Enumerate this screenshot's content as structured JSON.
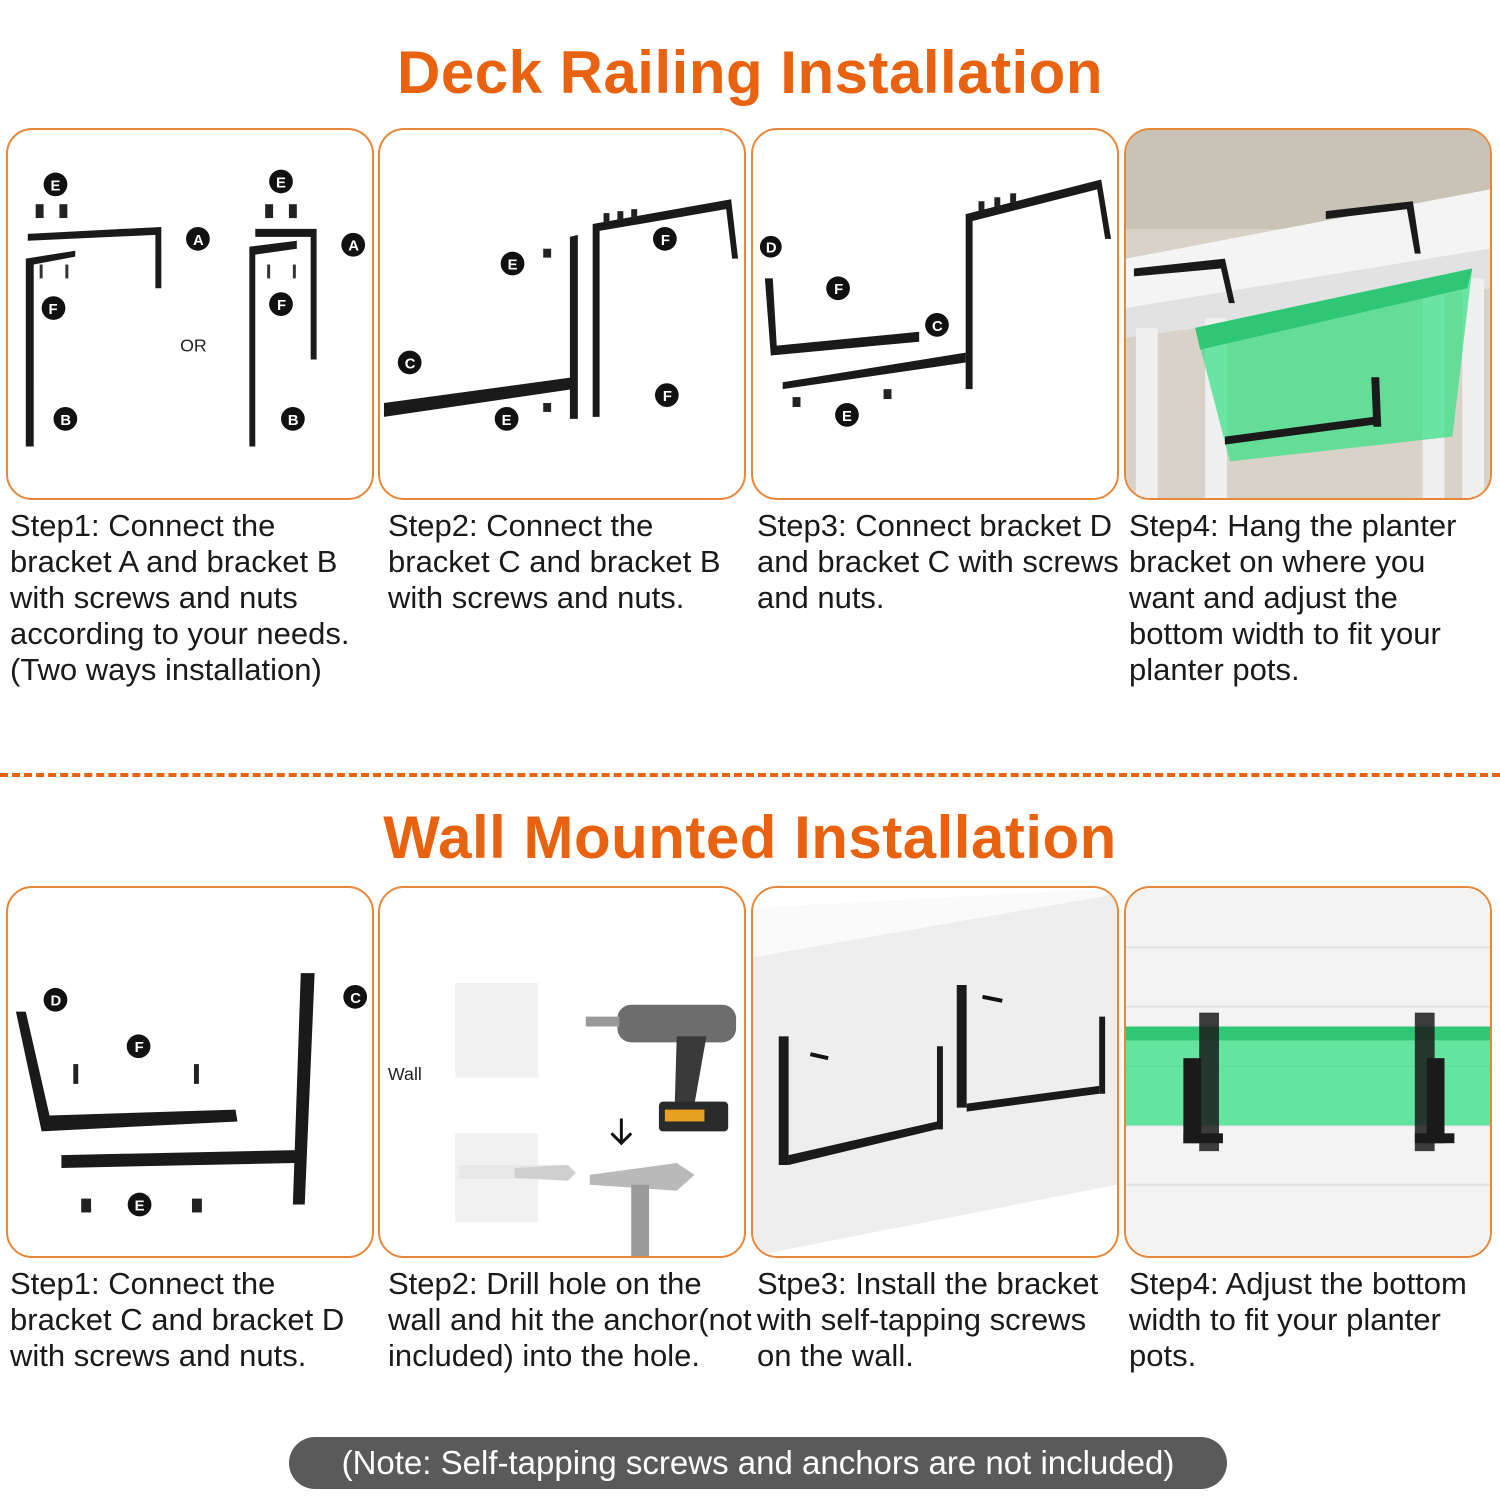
{
  "deck": {
    "title": "Deck Railing Installation",
    "steps": [
      {
        "caption": "Step1: Connect the bracket A and bracket B with screws and nuts according to your needs. (Two ways installation)",
        "or_label": "OR"
      },
      {
        "caption": "Step2: Connect the bracket C and bracket B with screws and nuts."
      },
      {
        "caption": "Step3: Connect bracket D and bracket C with screws and nuts."
      },
      {
        "caption": "Step4: Hang the planter bracket on where you want and adjust the bottom width to fit your planter pots."
      }
    ]
  },
  "wall": {
    "title": "Wall Mounted Installation",
    "steps": [
      {
        "caption": "Step1: Connect the bracket C and bracket D with screws and nuts."
      },
      {
        "caption": "Step2: Drill hole on the wall and hit the anchor(not included) into the hole.",
        "wall_label": "Wall"
      },
      {
        "caption": "Stpe3: Install the bracket with self-tapping screws on the wall."
      },
      {
        "caption": "Step4: Adjust the bottom width to fit your planter pots."
      }
    ]
  },
  "part_labels": [
    "A",
    "B",
    "C",
    "D",
    "E",
    "F"
  ],
  "note": "(Note: Self-tapping screws and anchors are not included)",
  "colors": {
    "accent": "#e8620f",
    "panel_border": "#e8873a",
    "bracket": "#1a1a1a",
    "planter": "#3ee08a",
    "note_bg": "#5a5a5a"
  }
}
